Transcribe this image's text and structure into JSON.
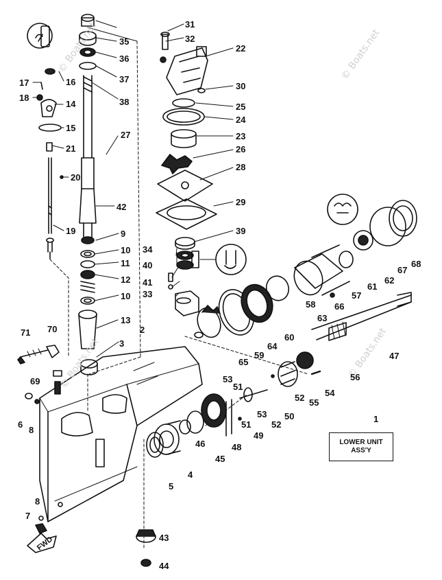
{
  "box_label": {
    "line1": "LOWER UNIT",
    "line2": "ASS'Y"
  },
  "fwd_text": "FWD",
  "watermark": "© Boats.net",
  "callouts": {
    "p1": "1",
    "p2": "2",
    "p3": "3",
    "p4": "4",
    "p5": "5",
    "p6": "6",
    "p7": "7",
    "p8a": "8",
    "p8b": "8",
    "p9": "9",
    "p10a": "10",
    "p10b": "10",
    "p11": "11",
    "p12": "12",
    "p13": "13",
    "p14": "14",
    "p15": "15",
    "p16": "16",
    "p17": "17",
    "p18": "18",
    "p19": "19",
    "p20": "20",
    "p21": "21",
    "p22": "22",
    "p23": "23",
    "p24": "24",
    "p25": "25",
    "p26": "26",
    "p27": "27",
    "p28": "28",
    "p29": "29",
    "p30": "30",
    "p31": "31",
    "p32": "32",
    "p33": "33",
    "p34": "34",
    "p35": "35",
    "p36": "36",
    "p37": "37",
    "p38": "38",
    "p39": "39",
    "p40": "40",
    "p41": "41",
    "p42": "42",
    "p43": "43",
    "p44": "44",
    "p45": "45",
    "p46": "46",
    "p47": "47",
    "p48": "48",
    "p49": "49",
    "p50": "50",
    "p51a": "51",
    "p51b": "51",
    "p52a": "52",
    "p52b": "52",
    "p53a": "53",
    "p53b": "53",
    "p54": "54",
    "p55": "55",
    "p56": "56",
    "p57": "57",
    "p58": "58",
    "p59": "59",
    "p60": "60",
    "p61": "61",
    "p62": "62",
    "p63": "63",
    "p64": "64",
    "p65": "65",
    "p66": "66",
    "p67": "67",
    "p68": "68",
    "p69": "69",
    "p70": "70",
    "p71": "71"
  }
}
